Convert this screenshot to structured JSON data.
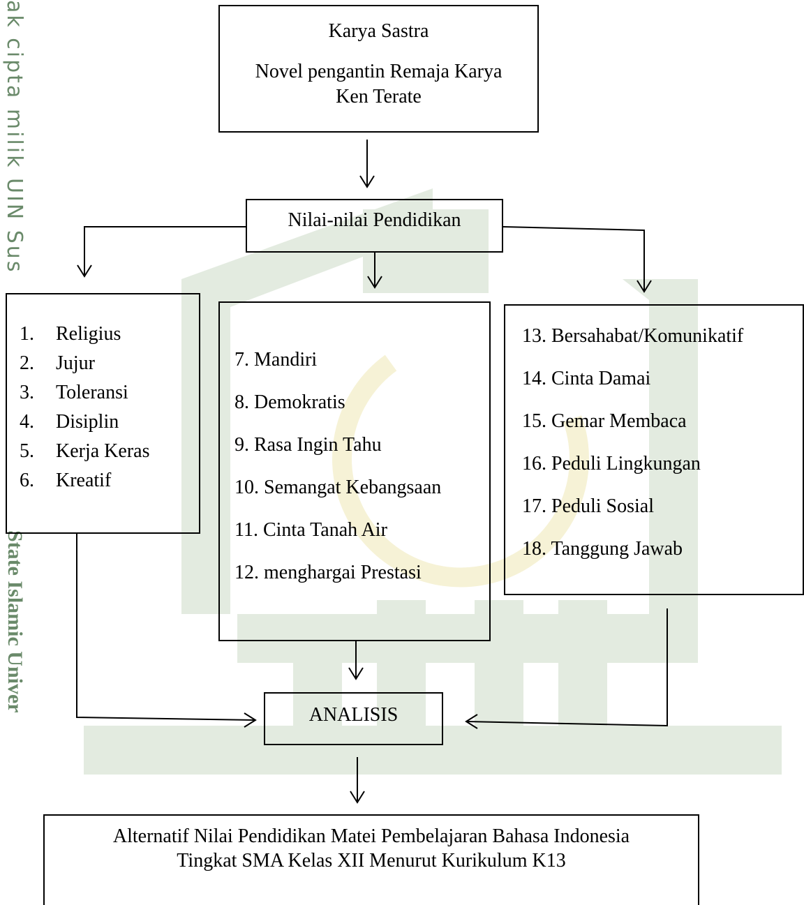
{
  "side_label_top": "ak cipta milik UIN Sus",
  "side_label_bottom": "State Islamic Univer",
  "source": {
    "line1": "Karya Sastra",
    "line2": "Novel pengantin Remaja Karya",
    "line3": "Ken Terate"
  },
  "values_header": "Nilai-nilai Pendidikan",
  "left_group": [
    {
      "num": "1.",
      "label": "Religius"
    },
    {
      "num": "2.",
      "label": "Jujur"
    },
    {
      "num": "3.",
      "label": "Toleransi"
    },
    {
      "num": "4.",
      "label": "Disiplin"
    },
    {
      "num": "5.",
      "label": "Kerja Keras"
    },
    {
      "num": "6.",
      "label": "Kreatif"
    }
  ],
  "middle_group": [
    "7. Mandiri",
    "8. Demokratis",
    "9. Rasa Ingin Tahu",
    "10. Semangat Kebangsaan",
    "11. Cinta Tanah Air",
    "12. menghargai Prestasi"
  ],
  "right_group": [
    "13. Bersahabat/Komunikatif",
    "14. Cinta Damai",
    "15. Gemar Membaca",
    "16. Peduli Lingkungan",
    "17. Peduli Sosial",
    "18. Tanggung Jawab"
  ],
  "analysis": "ANALISIS",
  "result": {
    "line1": "Alternatif Nilai Pendidikan Matei Pembelajaran Bahasa Indonesia",
    "line2": "Tingkat SMA Kelas XII Menurut Kurikulum K13"
  },
  "colors": {
    "watermark_green": "#e3ebe0",
    "watermark_yellow": "#f6f2d6",
    "side_text": "#6a8a6a"
  }
}
